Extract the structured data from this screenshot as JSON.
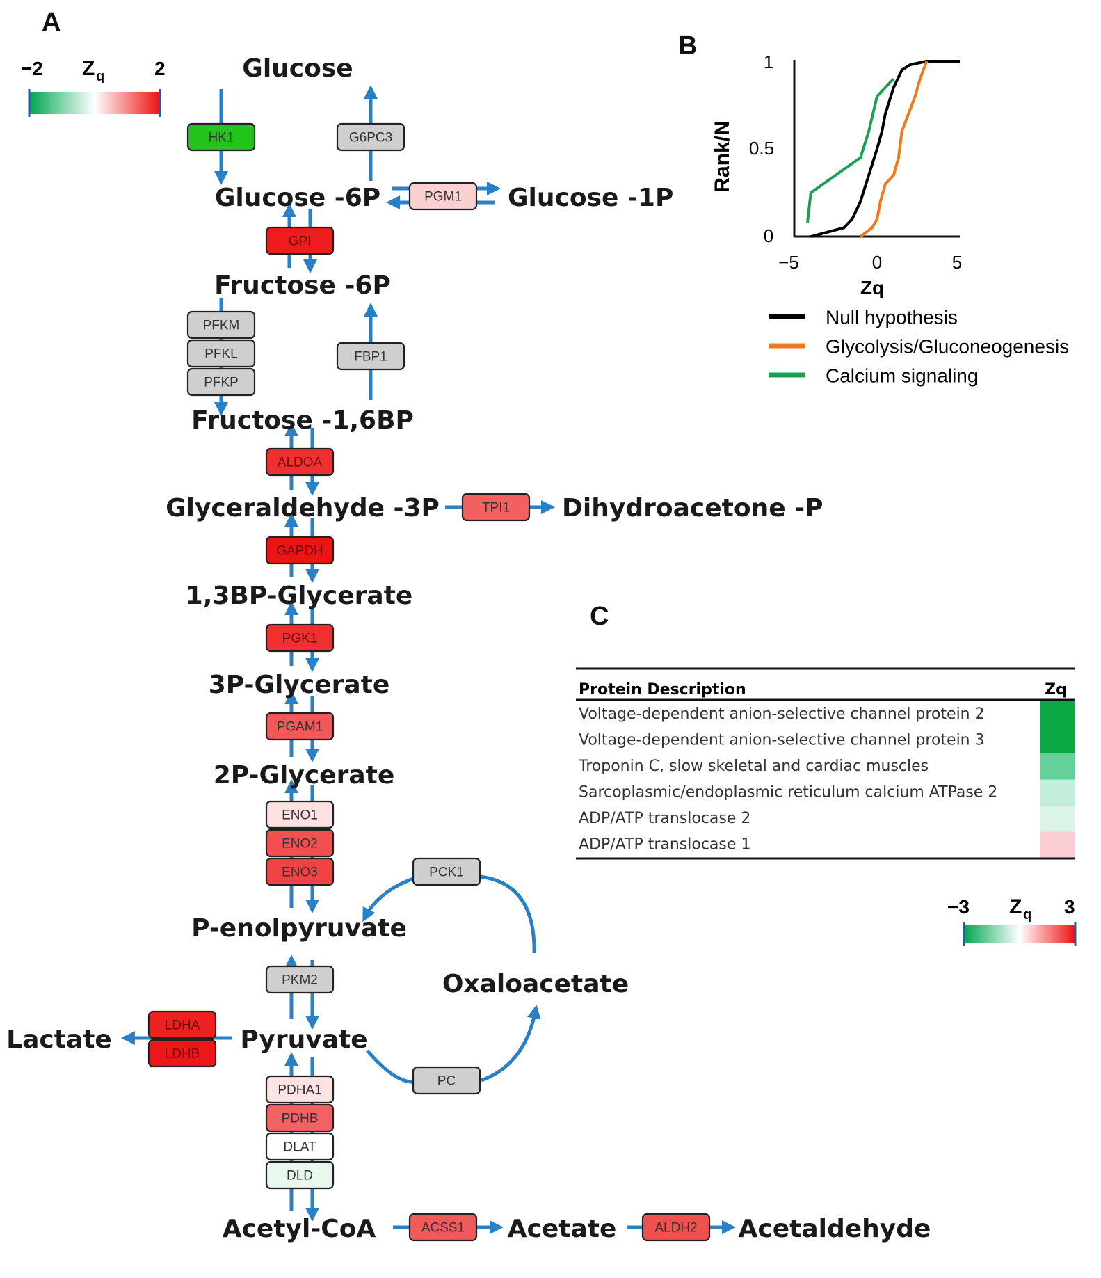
{
  "panels": {
    "a": "A",
    "b": "B",
    "c": "C"
  },
  "colors": {
    "arrow": "#2a80c4",
    "scale_green": "#00a651",
    "scale_red": "#ee1111",
    "grey_box": "#cfcfcf",
    "scale_axis": "#1f5fa8"
  },
  "scale_a": {
    "min": "−2",
    "max": "2",
    "symbol": "Z",
    "sub": "q"
  },
  "scale_c": {
    "min": "−3",
    "max": "3",
    "symbol": "Z",
    "sub": "q"
  },
  "metabolites": {
    "glucose": "Glucose",
    "glucose6p": "Glucose -6P",
    "glucose1p": "Glucose -1P",
    "fructose6p": "Fructose -6P",
    "fructose16bp": "Fructose -1,6BP",
    "gap": "Glyceraldehyde -3P",
    "dhap": "Dihydroacetone -P",
    "bpg13": "1,3BP-Glycerate",
    "pg3": "3P-Glycerate",
    "pg2": "2P-Glycerate",
    "pep": "P-enolpyruvate",
    "oxaloacetate": "Oxaloacetate",
    "pyruvate": "Pyruvate",
    "lactate": "Lactate",
    "acetylcoa": "Acetyl-CoA",
    "acetate": "Acetate",
    "acetaldehyde": "Acetaldehyde"
  },
  "enzymes": {
    "hk1": {
      "label": "HK1",
      "color": "#22c41c"
    },
    "g6pc3": {
      "label": "G6PC3",
      "color": "#cfcfcf"
    },
    "pgm1": {
      "label": "PGM1",
      "color": "#fbd0d0"
    },
    "gpi": {
      "label": "GPI",
      "color": "#ee1c1c"
    },
    "pfkm": {
      "label": "PFKM",
      "color": "#cfcfcf"
    },
    "pfkl": {
      "label": "PFKL",
      "color": "#cfcfcf"
    },
    "pfkp": {
      "label": "PFKP",
      "color": "#cfcfcf"
    },
    "fbp1": {
      "label": "FBP1",
      "color": "#cfcfcf"
    },
    "aldoa": {
      "label": "ALDOA",
      "color": "#f03030"
    },
    "tpi1": {
      "label": "TPI1",
      "color": "#f26060"
    },
    "gapdh": {
      "label": "GAPDH",
      "color": "#ec1414"
    },
    "pgk1": {
      "label": "PGK1",
      "color": "#f03030"
    },
    "pgam1": {
      "label": "PGAM1",
      "color": "#f25858"
    },
    "eno1": {
      "label": "ENO1",
      "color": "#fde0e0"
    },
    "eno2": {
      "label": "ENO2",
      "color": "#f25050"
    },
    "eno3": {
      "label": "ENO3",
      "color": "#f04444"
    },
    "pck1": {
      "label": "PCK1",
      "color": "#cfcfcf"
    },
    "pkm2": {
      "label": "PKM2",
      "color": "#cfcfcf"
    },
    "ldha": {
      "label": "LDHA",
      "color": "#ee2020"
    },
    "ldhb": {
      "label": "LDHB",
      "color": "#ec1818"
    },
    "pc": {
      "label": "PC",
      "color": "#cfcfcf"
    },
    "pdha1": {
      "label": "PDHA1",
      "color": "#fde4e4"
    },
    "pdhb": {
      "label": "PDHB",
      "color": "#f26262"
    },
    "dlat": {
      "label": "DLAT",
      "color": "#ffffff"
    },
    "dld": {
      "label": "DLD",
      "color": "#e8f8ec"
    },
    "acss1": {
      "label": "ACSS1",
      "color": "#f05a5a"
    },
    "aldh2": {
      "label": "ALDH2",
      "color": "#f05050"
    }
  },
  "chart_b": {
    "ylabel": "Rank/N",
    "xlabel": "Zq",
    "yticks": [
      "0",
      "0.5",
      "1"
    ],
    "xticks": [
      "−5",
      "0",
      "5"
    ],
    "legend": [
      {
        "name": "Null hypothesis",
        "color": "#000000"
      },
      {
        "name": "Glycolysis/Gluconeogenesis",
        "color": "#f07a1a"
      },
      {
        "name": "Calcium signaling",
        "color": "#1aa050"
      }
    ]
  },
  "chart_data": {
    "type": "line",
    "xlabel": "Zq",
    "ylabel": "Rank/N",
    "xlim": [
      -5,
      5
    ],
    "ylim": [
      0,
      1
    ],
    "series": [
      {
        "name": "Null hypothesis",
        "color": "#000000",
        "x": [
          -4.0,
          -2.0,
          -1.5,
          -1.0,
          -0.5,
          0.0,
          0.3,
          0.5,
          1.0,
          1.5,
          2.0,
          3.0,
          5.0
        ],
        "y": [
          0.0,
          0.05,
          0.1,
          0.2,
          0.35,
          0.5,
          0.6,
          0.7,
          0.85,
          0.95,
          0.98,
          1.0,
          1.0
        ]
      },
      {
        "name": "Glycolysis/Gluconeogenesis",
        "color": "#f07a1a",
        "x": [
          -1.0,
          -0.3,
          0.0,
          0.2,
          0.5,
          1.0,
          1.3,
          1.5,
          1.9,
          2.3,
          2.6,
          3.0
        ],
        "y": [
          0.0,
          0.05,
          0.1,
          0.2,
          0.3,
          0.35,
          0.45,
          0.6,
          0.7,
          0.8,
          0.9,
          1.0
        ]
      },
      {
        "name": "Calcium signaling",
        "color": "#1aa050",
        "x": [
          -4.2,
          -4.0,
          -2.5,
          -1.0,
          -0.5,
          0.0,
          1.0
        ],
        "y": [
          0.08,
          0.25,
          0.35,
          0.45,
          0.6,
          0.8,
          0.9
        ]
      }
    ]
  },
  "table_c": {
    "col_desc": "Protein Description",
    "col_zq": "Zq",
    "rows": [
      {
        "desc": "Voltage-dependent anion-selective channel protein 2",
        "color": "#0ca846"
      },
      {
        "desc": "Voltage-dependent anion-selective channel protein 3",
        "color": "#0ca846"
      },
      {
        "desc": "Troponin C, slow skeletal and cardiac muscles",
        "color": "#66d09a"
      },
      {
        "desc": "Sarcoplasmic/endoplasmic reticulum calcium ATPase 2",
        "color": "#c2eedb"
      },
      {
        "desc": "ADP/ATP translocase 2",
        "color": "#dcf4e8"
      },
      {
        "desc": "ADP/ATP translocase 1",
        "color": "#fbcdd2"
      }
    ]
  }
}
